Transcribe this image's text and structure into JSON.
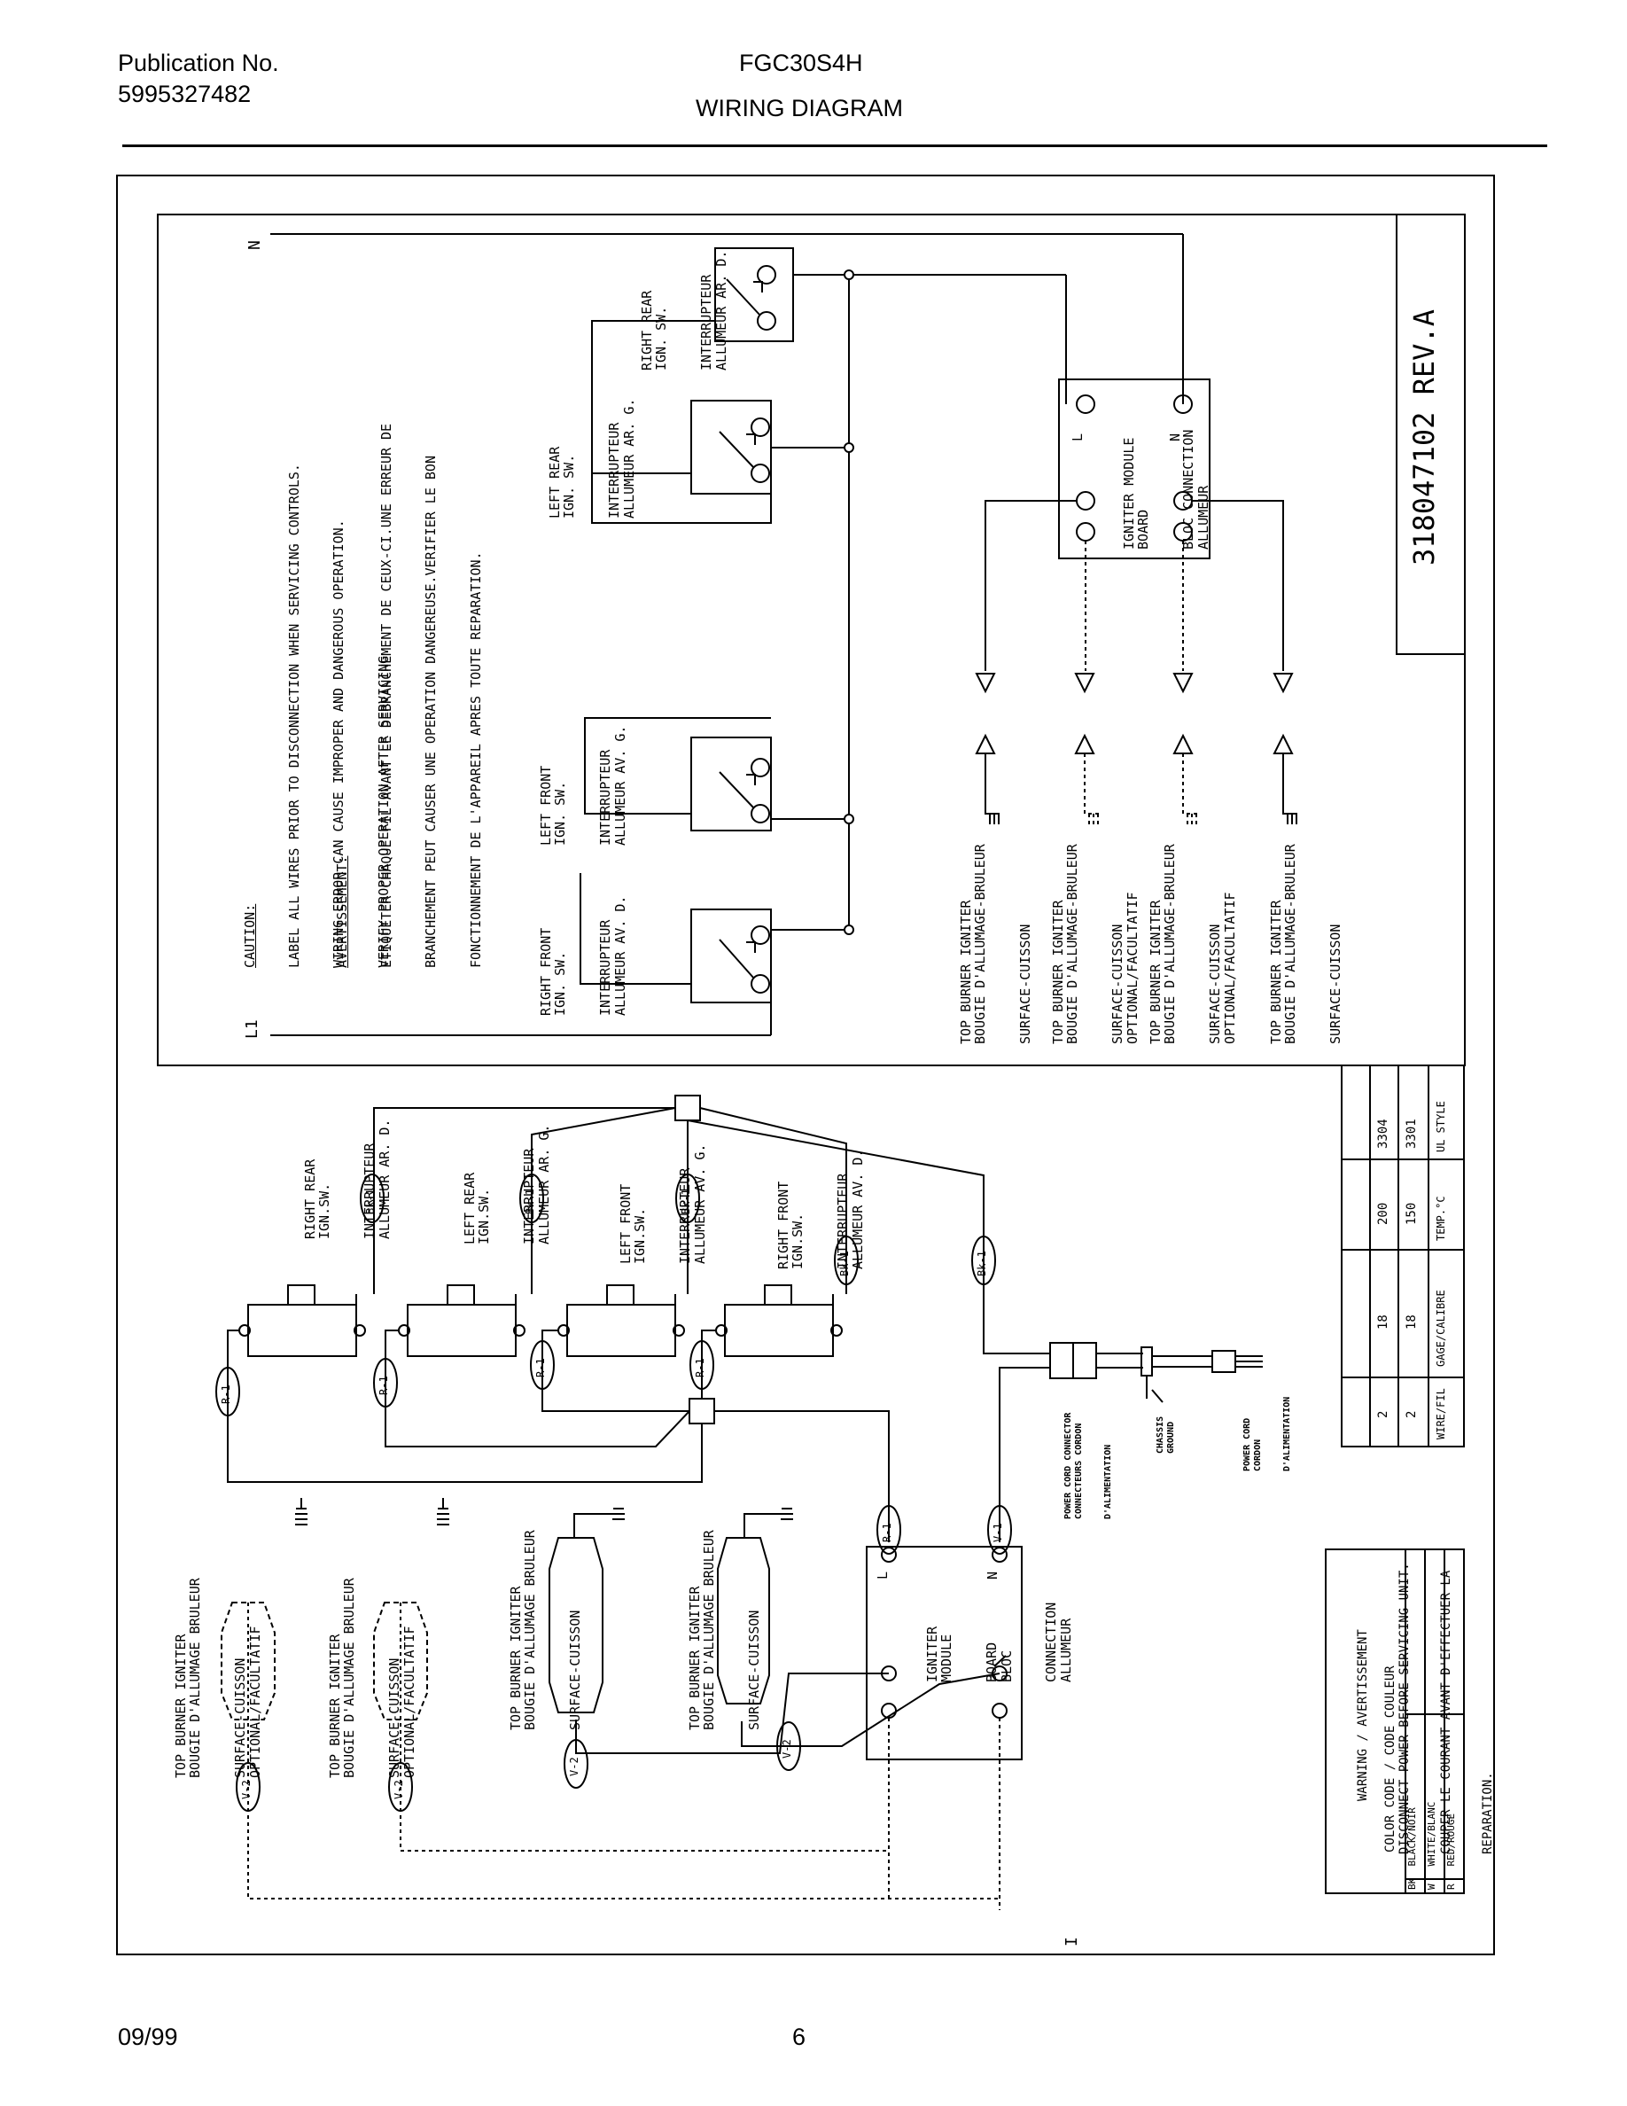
{
  "header": {
    "publication_label": "Publication No.",
    "publication_number": "5995327482",
    "model": "FGC30S4H",
    "title": "WIRING DIAGRAM"
  },
  "footer": {
    "date": "09/99",
    "page": "6"
  },
  "schematic": {
    "caution": [
      "CAUTION:",
      "LABEL ALL WIRES PRIOR TO DISCONNECTION WHEN SERVICING CONTROLS.",
      "WIRING ERROR CAN CAUSE IMPROPER AND DANGEROUS OPERATION.",
      "VERIFY PROPER OPERATION AFTER SERVICING."
    ],
    "avertissement": [
      "AVERTISSEMENT:",
      "ETIQUETER CHAQUE FIL AVANT LE DEBRANCHEMENT DE CEUX-CI.UNE ERREUR DE",
      "BRANCHEMENT PEUT CAUSER UNE OPERATION DANGEREUSE.VERIFIER LE BON",
      "FONCTIONNEMENT DE L'APPAREIL APRES TOUTE REPARATION."
    ],
    "l1": "L1",
    "n": "N",
    "switches": [
      [
        "RIGHT REAR",
        "IGN. SW.",
        "INTERRUPTEUR",
        "ALLUMEUR AR. D."
      ],
      [
        "LEFT REAR",
        "IGN. SW.",
        "INTERRUPTEUR",
        "ALLUMEUR AR. G."
      ],
      [
        "LEFT FRONT",
        "IGN. SW.",
        "INTERRUPTEUR",
        "ALLUMEUR AV. G."
      ],
      [
        "RIGHT FRONT",
        "IGN. SW.",
        "INTERRUPTEUR",
        "ALLUMEUR AV. D."
      ]
    ],
    "module": [
      "L",
      "IGNITER MODULE",
      "BOARD",
      "BLOC CONNECTION",
      "ALLUMEUR",
      "N"
    ],
    "igniters": [
      [
        "TOP BURNER IGNITER",
        "BOUGIE D'ALLUMAGE-BRULEUR",
        "SURFACE-CUISSON"
      ],
      [
        "TOP BURNER IGNITER",
        "BOUGIE D'ALLUMAGE-BRULEUR",
        "SURFACE-CUISSON",
        "OPTIONAL/FACULTATIF"
      ],
      [
        "TOP BURNER IGNITER",
        "BOUGIE D'ALLUMAGE-BRULEUR",
        "SURFACE-CUISSON",
        "OPTIONAL/FACULTATIF"
      ],
      [
        "TOP BURNER IGNITER",
        "BOUGIE D'ALLUMAGE-BRULEUR",
        "SURFACE-CUISSON"
      ]
    ],
    "part_number": "318047102 REV.A"
  },
  "pictorial": {
    "switches": [
      [
        "RIGHT REAR",
        "IGN.SW.",
        "INTERRUPTEUR",
        "ALLUMEUR AR. D."
      ],
      [
        "LEFT REAR",
        "IGN.SW.",
        "INTERRUPTEUR",
        "ALLUMEUR AR. G."
      ],
      [
        "LEFT FRONT",
        "IGN.SW.",
        "INTERRUPTEUR",
        "ALLUMEUR AV. G."
      ],
      [
        "RIGHT FRONT",
        "IGN.SW.",
        "INTERRUPTEUR",
        "ALLUMEUR AV. D."
      ]
    ],
    "wire_labels": [
      "Bk-1",
      "Bk-1",
      "Bk-1",
      "Bk-1",
      "Bk-1",
      "R-1",
      "R-1",
      "R-1",
      "R-1",
      "R-1",
      "V-1",
      "V-2",
      "V-2",
      "V-2",
      "V-2"
    ],
    "igniters_optional": [
      [
        "TOP BURNER IGNITER",
        "BOUGIE D'ALLUMAGE BRULEUR",
        "SURFACE-CUISSON",
        "OPTIONAL/FACULTATIF"
      ],
      [
        "TOP BURNER IGNITER",
        "BOUGIE D'ALLUMAGE BRULEUR",
        "SURFACE-CUISSON",
        "OPTIONAL/FACULTATIF"
      ]
    ],
    "igniters": [
      [
        "TOP BURNER IGNITER",
        "BOUGIE D'ALLUMAGE BRULEUR",
        "SURFACE-CUISSON"
      ],
      [
        "TOP BURNER IGNITER",
        "BOUGIE D'ALLUMAGE BRULEUR",
        "SURFACE-CUISSON"
      ]
    ],
    "module": [
      "L",
      "IGNITER",
      "MODULE",
      "BOARD",
      "BLOC",
      "CONNECTION",
      "ALLUMEUR",
      "N"
    ],
    "power_cord_connector": [
      "POWER CORD CONNECTOR",
      "CONNECTEURS CORDON",
      "D'ALIMENTATION"
    ],
    "chassis_ground": [
      "CHASSIS",
      "GROUND"
    ],
    "power_cord": [
      "POWER CORD",
      "CORDON",
      "D'ALIMENTATION"
    ],
    "mark": "I"
  },
  "spec_table": {
    "columns": [
      {
        "label": "WIRE/FIL",
        "values": [
          "2",
          "2"
        ]
      },
      {
        "label": "GAGE/CALIBRE",
        "values": [
          "18",
          "18"
        ]
      },
      {
        "label": "TEMP.°C",
        "values": [
          "200",
          "150"
        ]
      },
      {
        "label": "UL STYLE",
        "values": [
          "3304",
          "3301"
        ]
      }
    ]
  },
  "warning_box": {
    "title": "WARNING / AVERTISSEMENT",
    "lines": [
      "DISCONNECT POWER BEFORE SERVICING UNIT.",
      "COUPER LE COURANT AVANT D'EFFECTUER LA",
      "REPARATION."
    ],
    "color_code_title": "COLOR CODE / CODE COULEUR",
    "codes": [
      {
        "code": "BK",
        "name": "BLACK/NOIR"
      },
      {
        "code": "W",
        "name": "WHITE/BLANC"
      },
      {
        "code": "R",
        "name": "RED/ROUGE"
      }
    ]
  }
}
